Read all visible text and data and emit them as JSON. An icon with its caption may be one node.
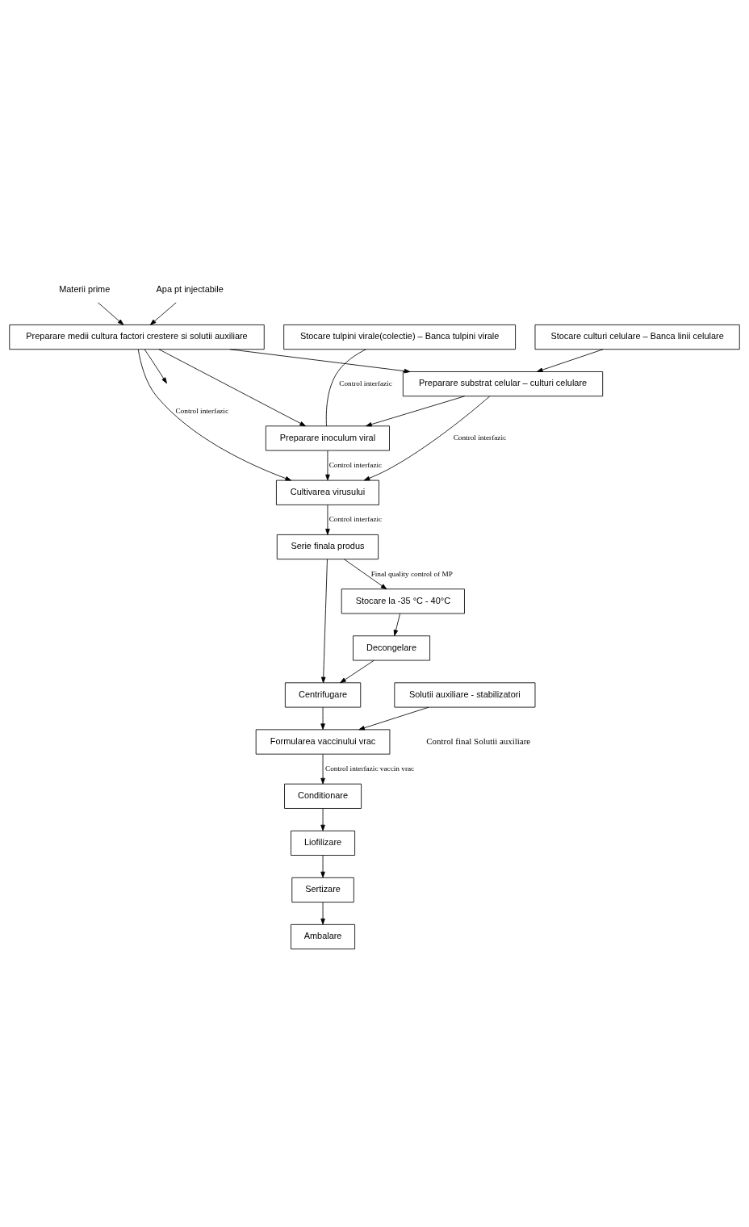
{
  "diagram": {
    "nodes": [
      {
        "text": [
          "Materii prime"
        ]
      },
      {
        "text": [
          "Apa pt injectabile"
        ]
      },
      {
        "text": [
          "Preparare medii cultura factori crestere si solutii auxiliare"
        ]
      },
      {
        "text": [
          "Stocare tulpini virale(colectie) – Banca tulpini virale"
        ]
      },
      {
        "text": [
          "Stocare culturi celulare – Banca linii celulare"
        ]
      },
      {
        "text": [
          "Preparare substrat celular – culturi celulare"
        ]
      },
      {
        "text": [
          "Preparare inoculum viral"
        ]
      },
      {
        "text": [
          "Cultivarea virusului"
        ]
      },
      {
        "text": [
          "Serie finala produs"
        ]
      },
      {
        "text": [
          "Stocare la -35 °C - 40°C"
        ]
      },
      {
        "text": [
          "Decongelare"
        ]
      },
      {
        "text": [
          "Solutii auxiliare - stabilizatori"
        ]
      },
      {
        "text": [
          "Centrifugare"
        ]
      },
      {
        "text": [
          "Formularea vaccinului vrac"
        ]
      },
      {
        "text": [
          "Conditionare"
        ]
      },
      {
        "text": [
          "Liofilizare"
        ]
      },
      {
        "text": [
          "Sertizare"
        ]
      },
      {
        "text": [
          "Ambalare"
        ]
      }
    ],
    "edges": [
      {
        "from": 0,
        "to": 2,
        "arrow": "to"
      },
      {
        "from": 1,
        "to": 2,
        "arrow": "to"
      },
      {
        "from": 2,
        "to": 5,
        "arrow": "to"
      },
      {
        "from": 2,
        "to": 6,
        "arrow": "to"
      },
      {
        "from": 3,
        "to": 6,
        "arrow": "none",
        "label": "Control interfazic"
      },
      {
        "from": 4,
        "to": 5,
        "arrow": "to"
      },
      {
        "from": 5,
        "to": 6,
        "arrow": "to"
      },
      {
        "from": 2,
        "to": 7,
        "arrow": "to",
        "label": "Control interfazic"
      },
      {
        "from": 6,
        "to": 7,
        "arrow": "to",
        "label": "Control interfazic"
      },
      {
        "from": 5,
        "to": 7,
        "arrow": "to",
        "label": "Control interfazic"
      },
      {
        "from": 2,
        "to": null,
        "arrow": "to"
      },
      {
        "from": 7,
        "to": 8,
        "arrow": "to",
        "label": "Control interfazic"
      },
      {
        "from": 8,
        "to": 9,
        "arrow": "to",
        "label": "Final quality control of MP"
      },
      {
        "from": 8,
        "to": 12,
        "arrow": "to"
      },
      {
        "from": 9,
        "to": 10,
        "arrow": "to"
      },
      {
        "from": 10,
        "to": 12,
        "arrow": "to"
      },
      {
        "from": 11,
        "to": 13,
        "arrow": "to"
      },
      {
        "from": 12,
        "to": 13,
        "arrow": "to"
      },
      {
        "from": 13,
        "to": 14,
        "arrow": "to",
        "label": "Control interfazic vaccin vrac"
      },
      {
        "from": 14,
        "to": 15,
        "arrow": "to"
      },
      {
        "from": 15,
        "to": 16,
        "arrow": "to"
      },
      {
        "from": 16,
        "to": 17,
        "arrow": "to"
      }
    ],
    "labels": [
      "Control final Solutii auxiliare"
    ]
  }
}
